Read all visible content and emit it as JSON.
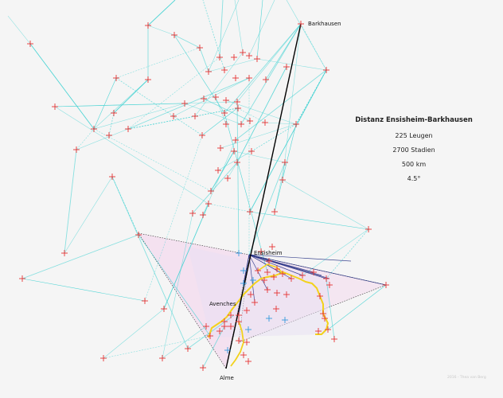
{
  "info": {
    "title": "Distanz Ensisheim-Barkhausen",
    "leugen": "225 Leugen",
    "stadien": "2700 Stadien",
    "km": "500 km",
    "angle": "4.5°"
  },
  "labels": {
    "barkhausen": "Barkhausen",
    "ensisheim": "Ensisheim",
    "avenches": "Avenches",
    "alme": "Alme"
  },
  "credit": "2016 - Thea van Berg",
  "colors": {
    "network": "#3fd2d2",
    "marker_red": "#e53333",
    "marker_blue": "#3399dd",
    "axis": "#000000",
    "route": "#f2d21c",
    "area_fill": "#f3d8ee",
    "rays": "#1e2a80"
  }
}
